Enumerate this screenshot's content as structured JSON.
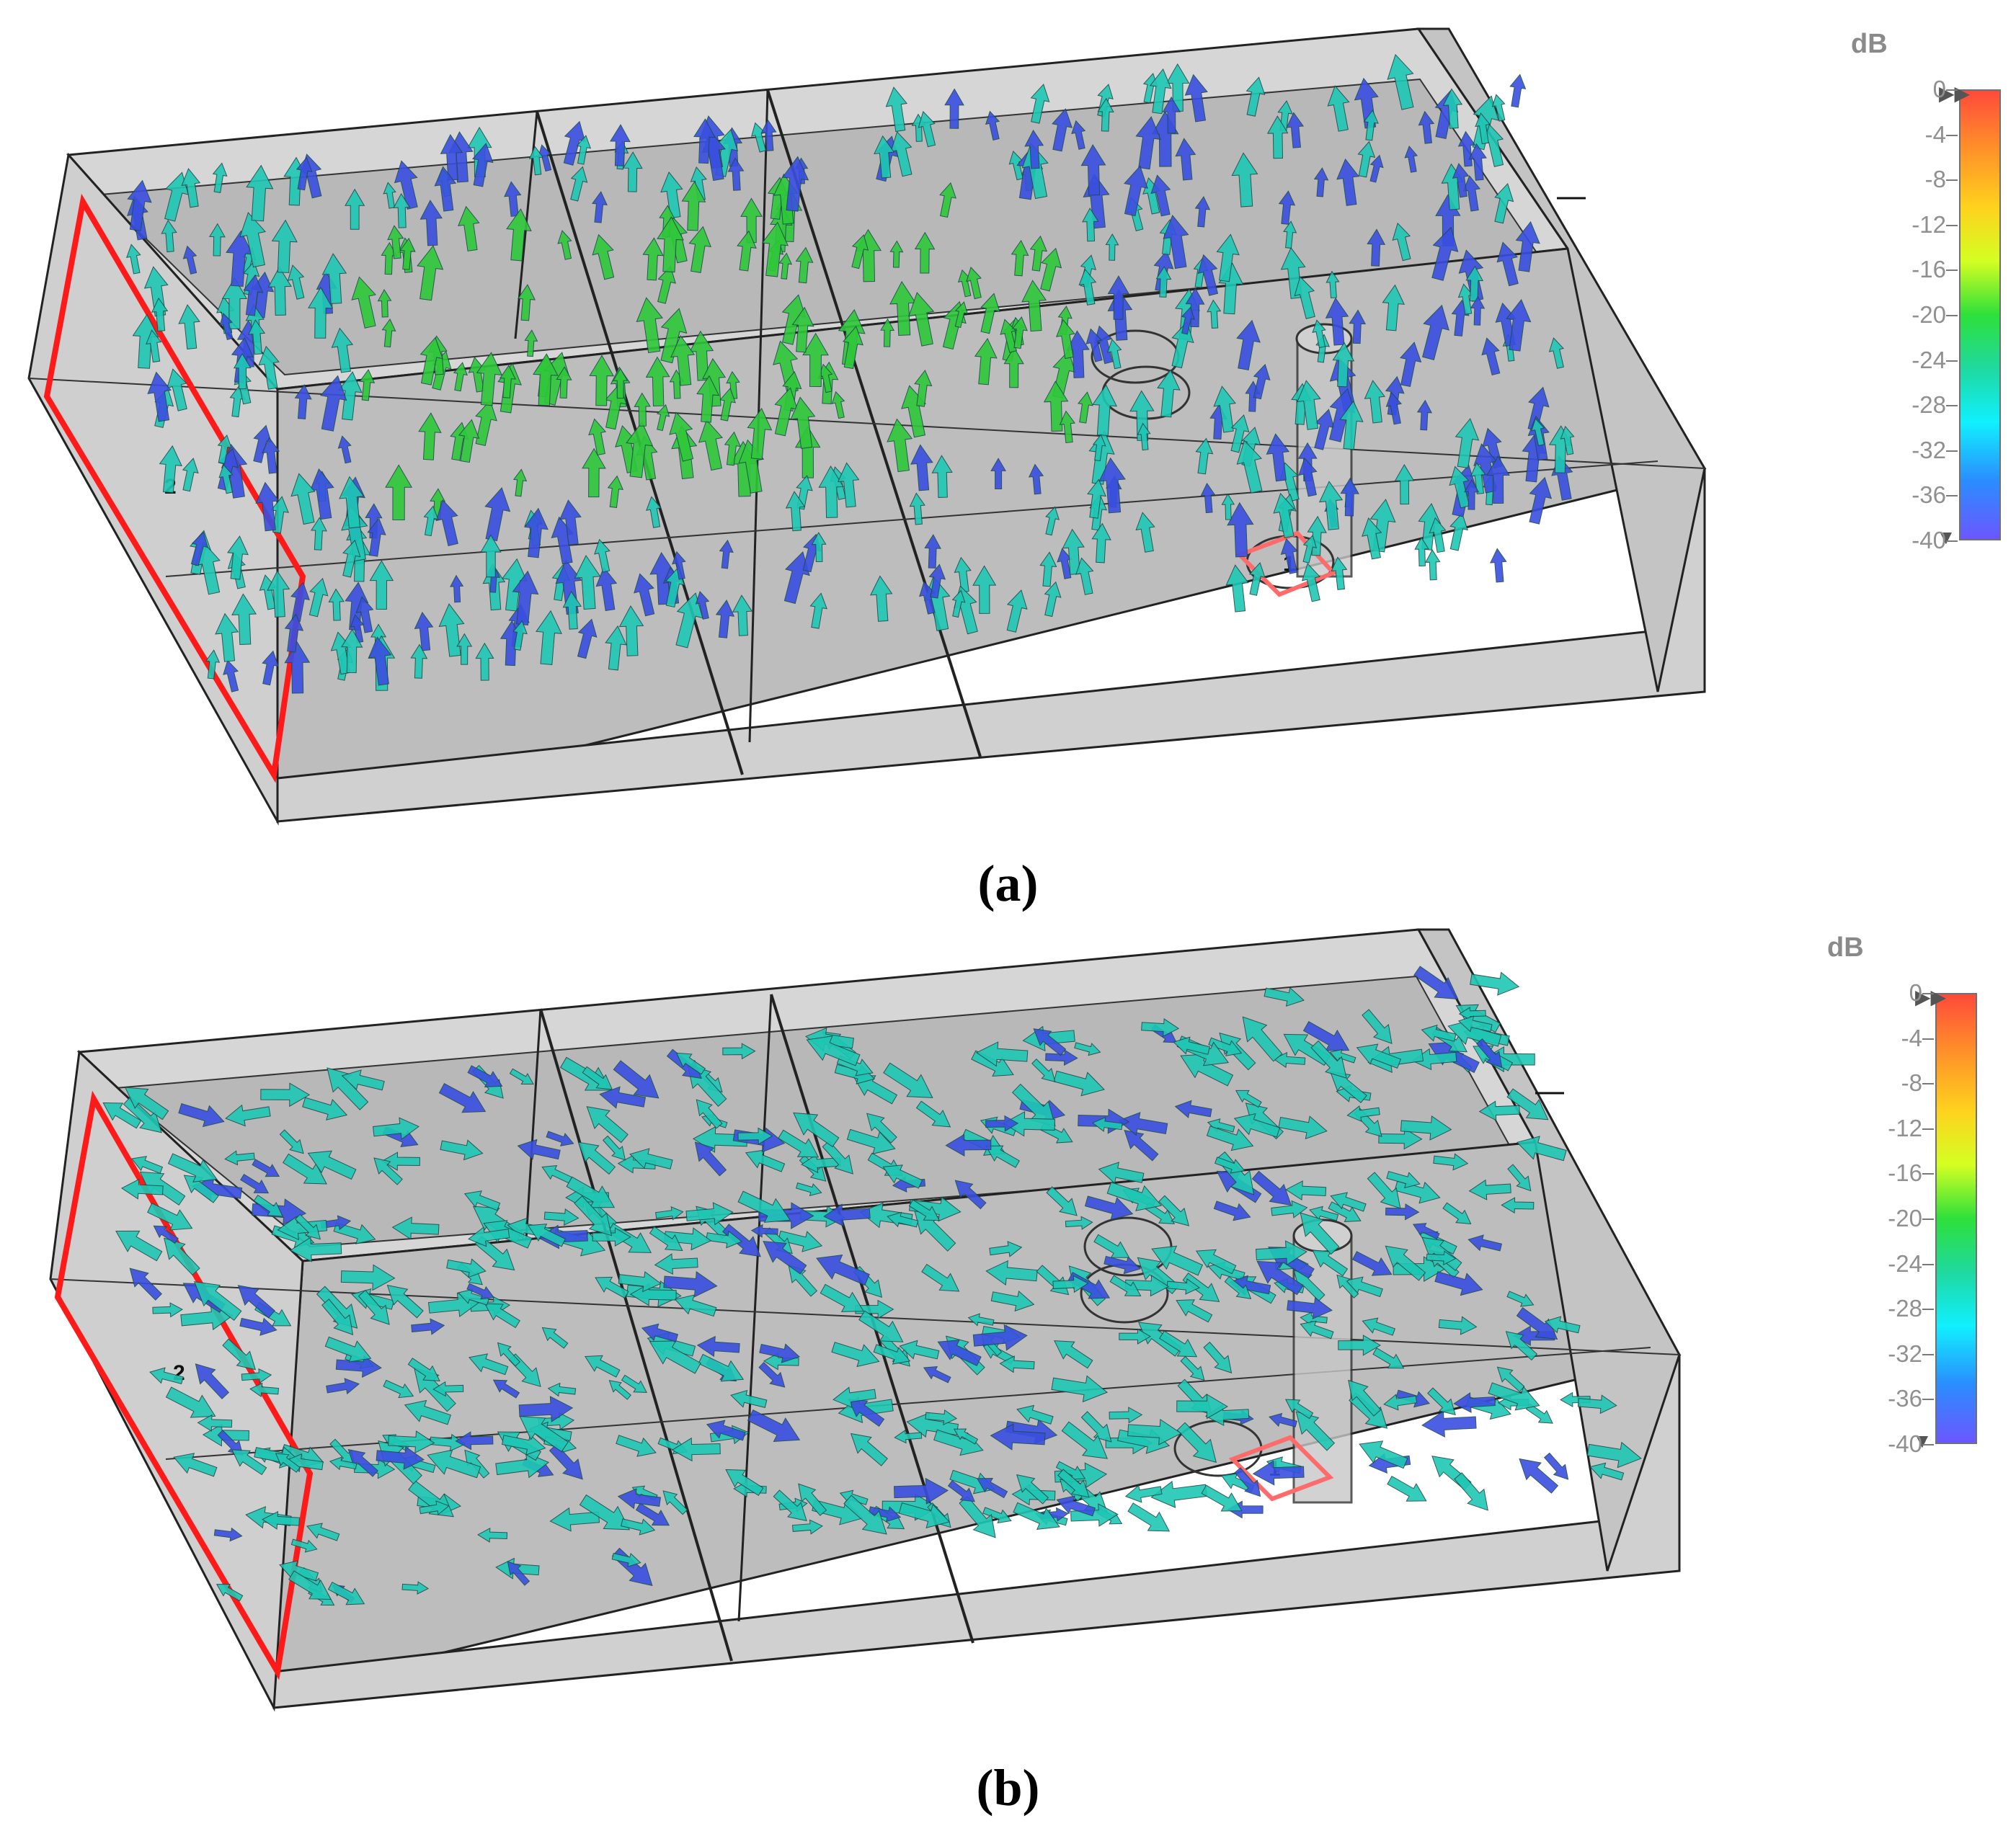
{
  "panels": [
    {
      "caption": "(a)",
      "colorbar": {
        "unit": "dB",
        "ticks": [
          "0",
          "-4",
          "-8",
          "-12",
          "-16",
          "-20",
          "-24",
          "-28",
          "-32",
          "-36",
          "-40"
        ]
      },
      "ports": {
        "port1": "1",
        "port2": "2"
      }
    },
    {
      "caption": "(b)",
      "colorbar": {
        "unit": "dB",
        "ticks": [
          "0",
          "-4",
          "-8",
          "-12",
          "-16",
          "-20",
          "-24",
          "-28",
          "-32",
          "-36",
          "-40"
        ]
      },
      "ports": {
        "port1": "1",
        "port2": "2"
      }
    }
  ],
  "colors": {
    "port_outline": "#ff1a1a",
    "box_fill": "#c8c8c8",
    "arrow_strong": "#2fc83a",
    "arrow_medium": "#1fc7b4",
    "arrow_weak": "#3a4fe0"
  }
}
